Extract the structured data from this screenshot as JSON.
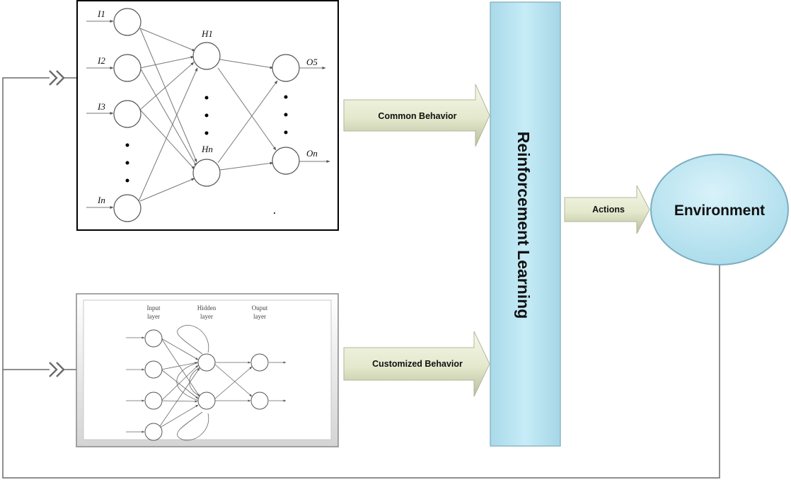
{
  "common_nn": {
    "inputs": [
      "I1",
      "I2",
      "I3",
      "In"
    ],
    "hidden": [
      "H1",
      "Hn"
    ],
    "outputs": [
      "O5",
      "On"
    ]
  },
  "custom_nn": {
    "input_layer": [
      "Input",
      "layer"
    ],
    "hidden_layer": [
      "Hidden",
      "layer"
    ],
    "output_layer": [
      "Ouput",
      "layer"
    ]
  },
  "arrows": {
    "common": "Common Behavior",
    "customized": "Customized Behavior",
    "actions": "Actions"
  },
  "rl_label": "Reinforcement Learning",
  "environment_label": "Environment",
  "colors": {
    "rl_fill": "#bde6f2",
    "environment_fill": "#c3e8f4",
    "arrow_fill_light": "#f4f6e6",
    "arrow_fill_dark": "#c8ccad",
    "stroke": "#555555"
  }
}
